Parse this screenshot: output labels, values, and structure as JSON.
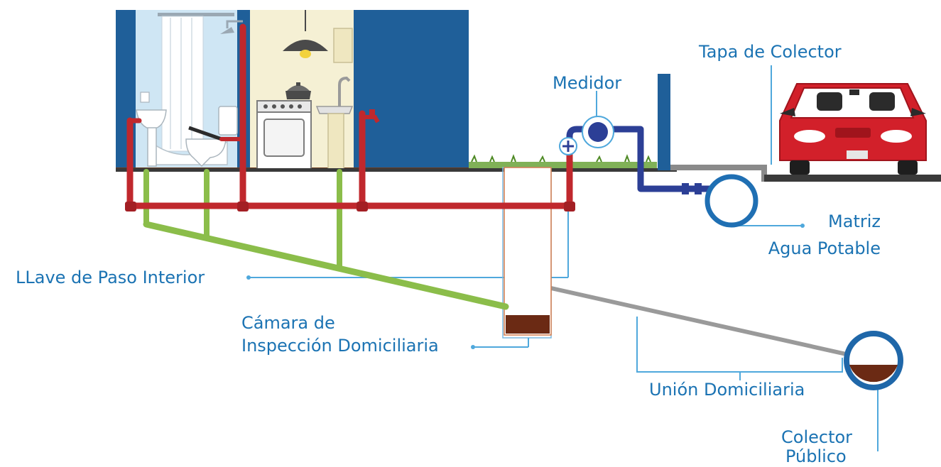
{
  "labels": {
    "tapa_colector": "Tapa de Colector",
    "medidor": "Medidor",
    "matriz_line1": "Matriz",
    "matriz_line2": "Agua Potable",
    "llave_paso": "LLave de Paso Interior",
    "camara_line1": "Cámara de",
    "camara_line2": "Inspección Domiciliaria",
    "union": "Unión Domiciliaria",
    "colector_line1": "Colector",
    "colector_line2": "Público"
  },
  "colors": {
    "label_blue": "#1b73b3",
    "leader_line": "#4fa8dc",
    "wall_blue": "#1f5f99",
    "bathroom_blue": "#cfe6f4",
    "kitchen_cream": "#f5f0d4",
    "potable_pipe_red": "#c0282d",
    "drain_pipe_green": "#8bbd4a",
    "meter_pipe_navy": "#2c3f96",
    "sewer_pipe_gray": "#9a9a9a",
    "sewage_brown": "#6b2a14",
    "ground_dark": "#3a3a3a",
    "grass_green": "#6aa33a",
    "car_red": "#d2202a"
  },
  "icons": [
    "shower-icon",
    "bathtub-icon",
    "toilet-icon",
    "sink-icon",
    "lamp-icon",
    "stove-icon",
    "pot-icon",
    "faucet-icon",
    "car-icon",
    "water-meter-icon",
    "valve-icon"
  ]
}
